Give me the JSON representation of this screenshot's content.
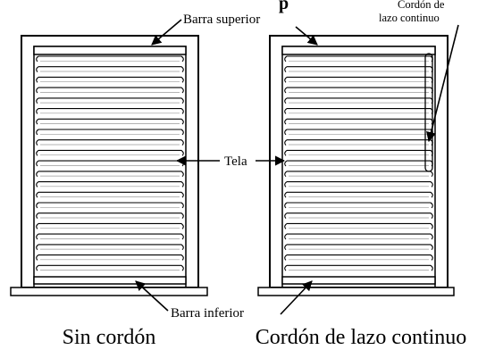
{
  "title_fragment": "p",
  "labels": {
    "top_rail": "Barra superior",
    "fabric": "Tela",
    "bottom_rail": "Barra inferior",
    "cord_line1": "Cordón de",
    "cord_line2": "lazo continuo"
  },
  "captions": {
    "left": "Sin cordón",
    "right": "Cordón de lazo continuo"
  }
}
